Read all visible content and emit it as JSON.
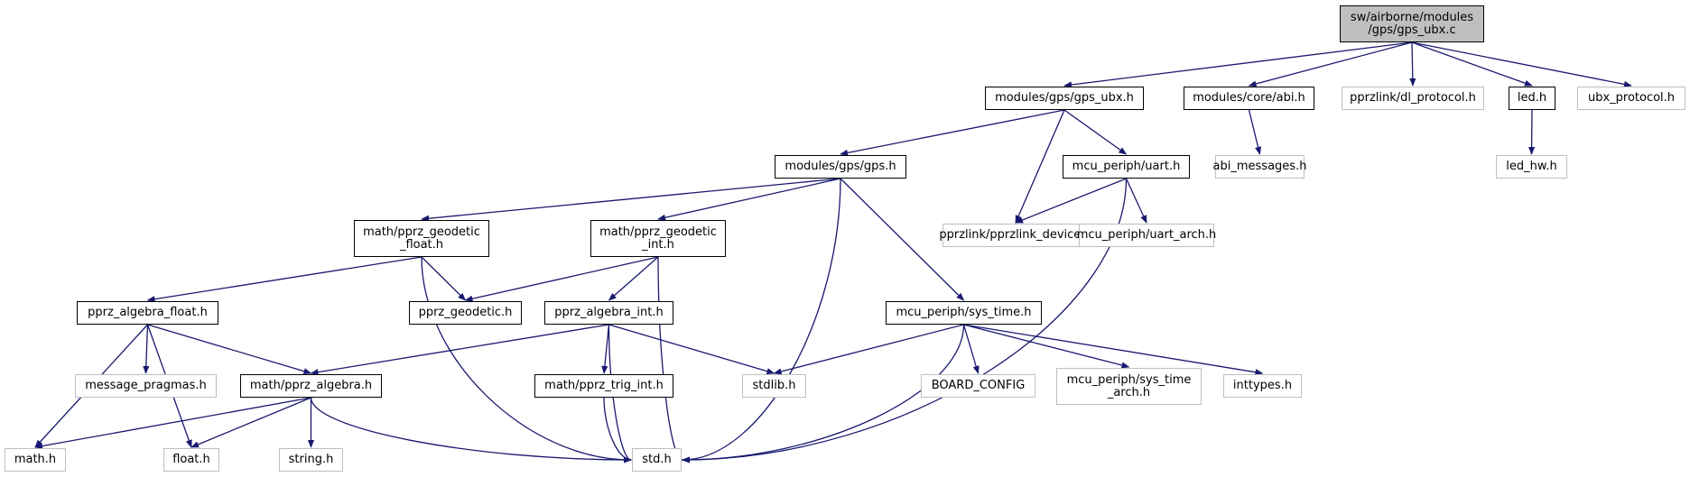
{
  "graph": {
    "title": "Include dependency graph for gps_ubx.c",
    "edge_color": "#191970",
    "nodes": [
      {
        "id": "root",
        "label": "sw/airborne/modules\n/gps/gps_ubx.c",
        "kind": "root"
      },
      {
        "id": "gps_ubx_h",
        "label": "modules/gps/gps_ubx.h",
        "kind": "local"
      },
      {
        "id": "abi_h",
        "label": "modules/core/abi.h",
        "kind": "local"
      },
      {
        "id": "dl_protocol",
        "label": "pprzlink/dl_protocol.h",
        "kind": "sys"
      },
      {
        "id": "led_h",
        "label": "led.h",
        "kind": "local"
      },
      {
        "id": "ubx_protocol",
        "label": "ubx_protocol.h",
        "kind": "sys"
      },
      {
        "id": "gps_h",
        "label": "modules/gps/gps.h",
        "kind": "local"
      },
      {
        "id": "uart_h",
        "label": "mcu_periph/uart.h",
        "kind": "local"
      },
      {
        "id": "abi_messages",
        "label": "abi_messages.h",
        "kind": "sys"
      },
      {
        "id": "led_hw",
        "label": "led_hw.h",
        "kind": "sys"
      },
      {
        "id": "geo_float",
        "label": "math/pprz_geodetic\n_float.h",
        "kind": "local"
      },
      {
        "id": "geo_int",
        "label": "math/pprz_geodetic\n_int.h",
        "kind": "local"
      },
      {
        "id": "pprzlink_device",
        "label": "pprzlink/pprzlink_device.h",
        "kind": "sys"
      },
      {
        "id": "uart_arch",
        "label": "mcu_periph/uart_arch.h",
        "kind": "sys"
      },
      {
        "id": "alg_float",
        "label": "pprz_algebra_float.h",
        "kind": "local"
      },
      {
        "id": "pprz_geodetic",
        "label": "pprz_geodetic.h",
        "kind": "local"
      },
      {
        "id": "alg_int",
        "label": "pprz_algebra_int.h",
        "kind": "local"
      },
      {
        "id": "sys_time",
        "label": "mcu_periph/sys_time.h",
        "kind": "local"
      },
      {
        "id": "msg_pragmas",
        "label": "message_pragmas.h",
        "kind": "sys"
      },
      {
        "id": "pprz_algebra",
        "label": "math/pprz_algebra.h",
        "kind": "local"
      },
      {
        "id": "trig_int",
        "label": "math/pprz_trig_int.h",
        "kind": "local"
      },
      {
        "id": "stdlib",
        "label": "stdlib.h",
        "kind": "sys"
      },
      {
        "id": "board_config",
        "label": "BOARD_CONFIG",
        "kind": "sys"
      },
      {
        "id": "sys_time_arch",
        "label": "mcu_periph/sys_time\n_arch.h",
        "kind": "sys"
      },
      {
        "id": "inttypes",
        "label": "inttypes.h",
        "kind": "sys"
      },
      {
        "id": "math_h",
        "label": "math.h",
        "kind": "sys"
      },
      {
        "id": "float_h",
        "label": "float.h",
        "kind": "sys"
      },
      {
        "id": "string_h",
        "label": "string.h",
        "kind": "sys"
      },
      {
        "id": "std_h",
        "label": "std.h",
        "kind": "sys"
      }
    ],
    "edges": [
      [
        "root",
        "gps_ubx_h"
      ],
      [
        "root",
        "abi_h"
      ],
      [
        "root",
        "dl_protocol"
      ],
      [
        "root",
        "led_h"
      ],
      [
        "root",
        "ubx_protocol"
      ],
      [
        "gps_ubx_h",
        "gps_h"
      ],
      [
        "gps_ubx_h",
        "pprzlink_device"
      ],
      [
        "gps_ubx_h",
        "uart_h"
      ],
      [
        "abi_h",
        "abi_messages"
      ],
      [
        "led_h",
        "led_hw"
      ],
      [
        "gps_h",
        "geo_float"
      ],
      [
        "gps_h",
        "geo_int"
      ],
      [
        "gps_h",
        "std_h"
      ],
      [
        "gps_h",
        "sys_time"
      ],
      [
        "uart_h",
        "pprzlink_device"
      ],
      [
        "uart_h",
        "uart_arch"
      ],
      [
        "uart_h",
        "std_h"
      ],
      [
        "geo_float",
        "alg_float"
      ],
      [
        "geo_float",
        "pprz_geodetic"
      ],
      [
        "geo_float",
        "std_h"
      ],
      [
        "geo_int",
        "pprz_geodetic"
      ],
      [
        "geo_int",
        "alg_int"
      ],
      [
        "geo_int",
        "std_h"
      ],
      [
        "alg_float",
        "math_h"
      ],
      [
        "alg_float",
        "float_h"
      ],
      [
        "alg_float",
        "msg_pragmas"
      ],
      [
        "alg_float",
        "pprz_algebra"
      ],
      [
        "alg_int",
        "pprz_algebra"
      ],
      [
        "alg_int",
        "std_h"
      ],
      [
        "alg_int",
        "trig_int"
      ],
      [
        "alg_int",
        "stdlib"
      ],
      [
        "sys_time",
        "stdlib"
      ],
      [
        "sys_time",
        "std_h"
      ],
      [
        "sys_time",
        "board_config"
      ],
      [
        "sys_time",
        "sys_time_arch"
      ],
      [
        "sys_time",
        "inttypes"
      ],
      [
        "pprz_algebra",
        "math_h"
      ],
      [
        "pprz_algebra",
        "float_h"
      ],
      [
        "pprz_algebra",
        "string_h"
      ],
      [
        "pprz_algebra",
        "std_h"
      ],
      [
        "trig_int",
        "std_h"
      ]
    ]
  }
}
